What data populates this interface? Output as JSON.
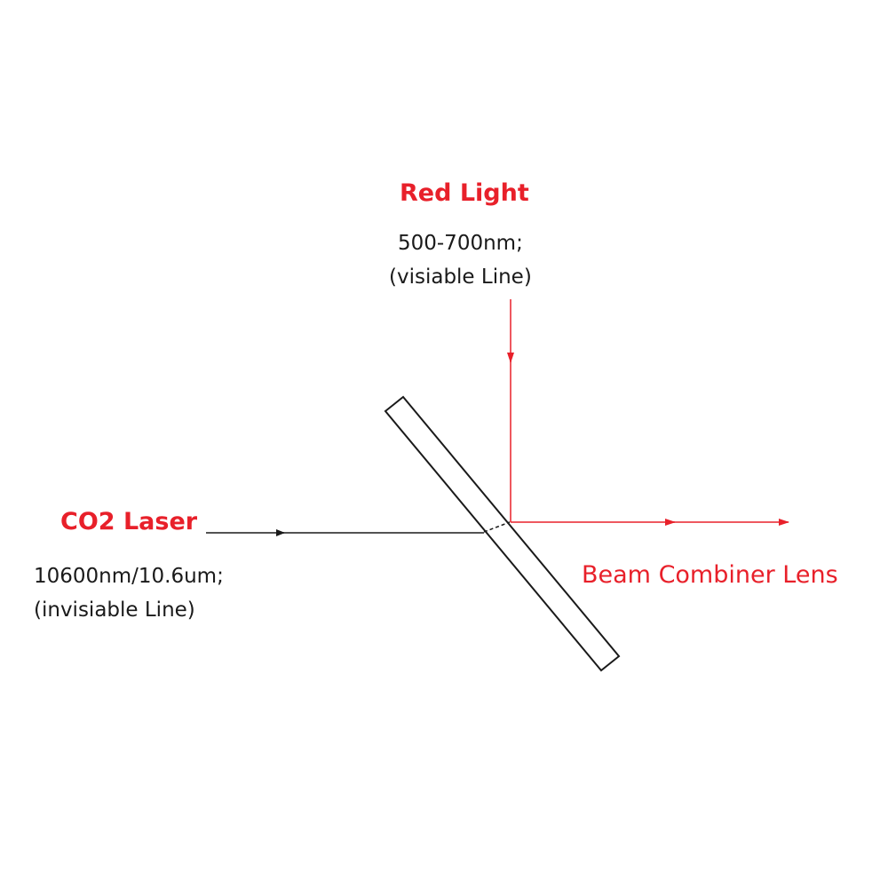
{
  "colors": {
    "red": "#e8202a",
    "black": "#1a1a1a",
    "background": "#ffffff"
  },
  "red_light": {
    "title": "Red Light",
    "wavelength": "500-700nm;",
    "note": "(visiable Line)"
  },
  "co2_laser": {
    "title": "CO2 Laser",
    "wavelength": "10600nm/10.6um;",
    "note": "(invisiable Line)"
  },
  "lens": {
    "label": "Beam Combiner Lens"
  }
}
